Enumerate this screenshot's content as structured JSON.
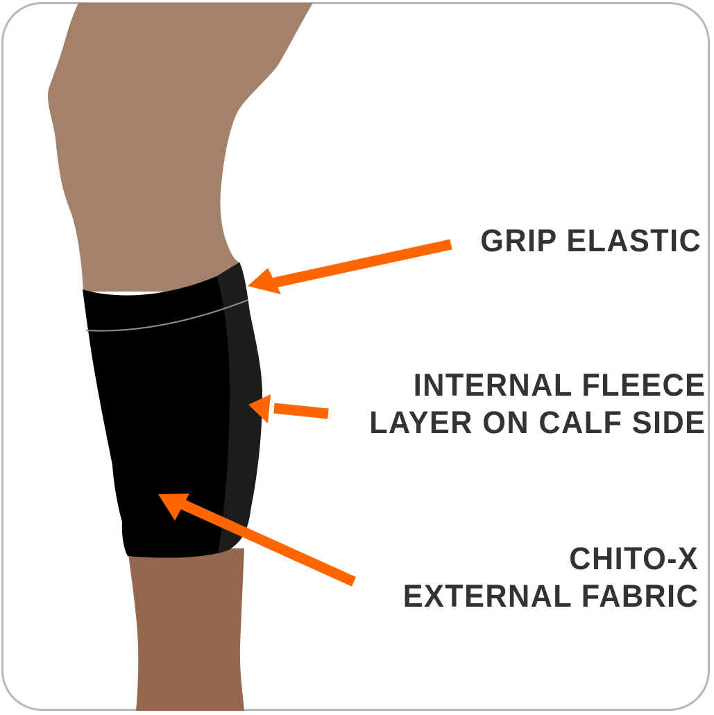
{
  "diagram": {
    "subject": "calf compression sleeve on leg",
    "colors": {
      "frame_border": "#B3B8C2",
      "thigh_skin": "#A4826A",
      "shin_skin": "#95674C",
      "sleeve_main": "#000000",
      "sleeve_side_panel": "#1C1C1C",
      "seam_line": "#8A8A8A",
      "arrow": "#FF6600",
      "label_text": "#333333"
    },
    "callouts": [
      {
        "id": "grip-elastic",
        "lines": [
          "GRIP ELASTIC"
        ],
        "arrow_target": "top band of sleeve"
      },
      {
        "id": "internal-fleece",
        "lines": [
          "INTERNAL FLEECE",
          "LAYER ON CALF SIDE"
        ],
        "arrow_target": "calf-side panel of sleeve"
      },
      {
        "id": "chito-x",
        "lines": [
          "CHITO-X",
          "EXTERNAL FABRIC"
        ],
        "arrow_target": "front of sleeve"
      }
    ]
  }
}
